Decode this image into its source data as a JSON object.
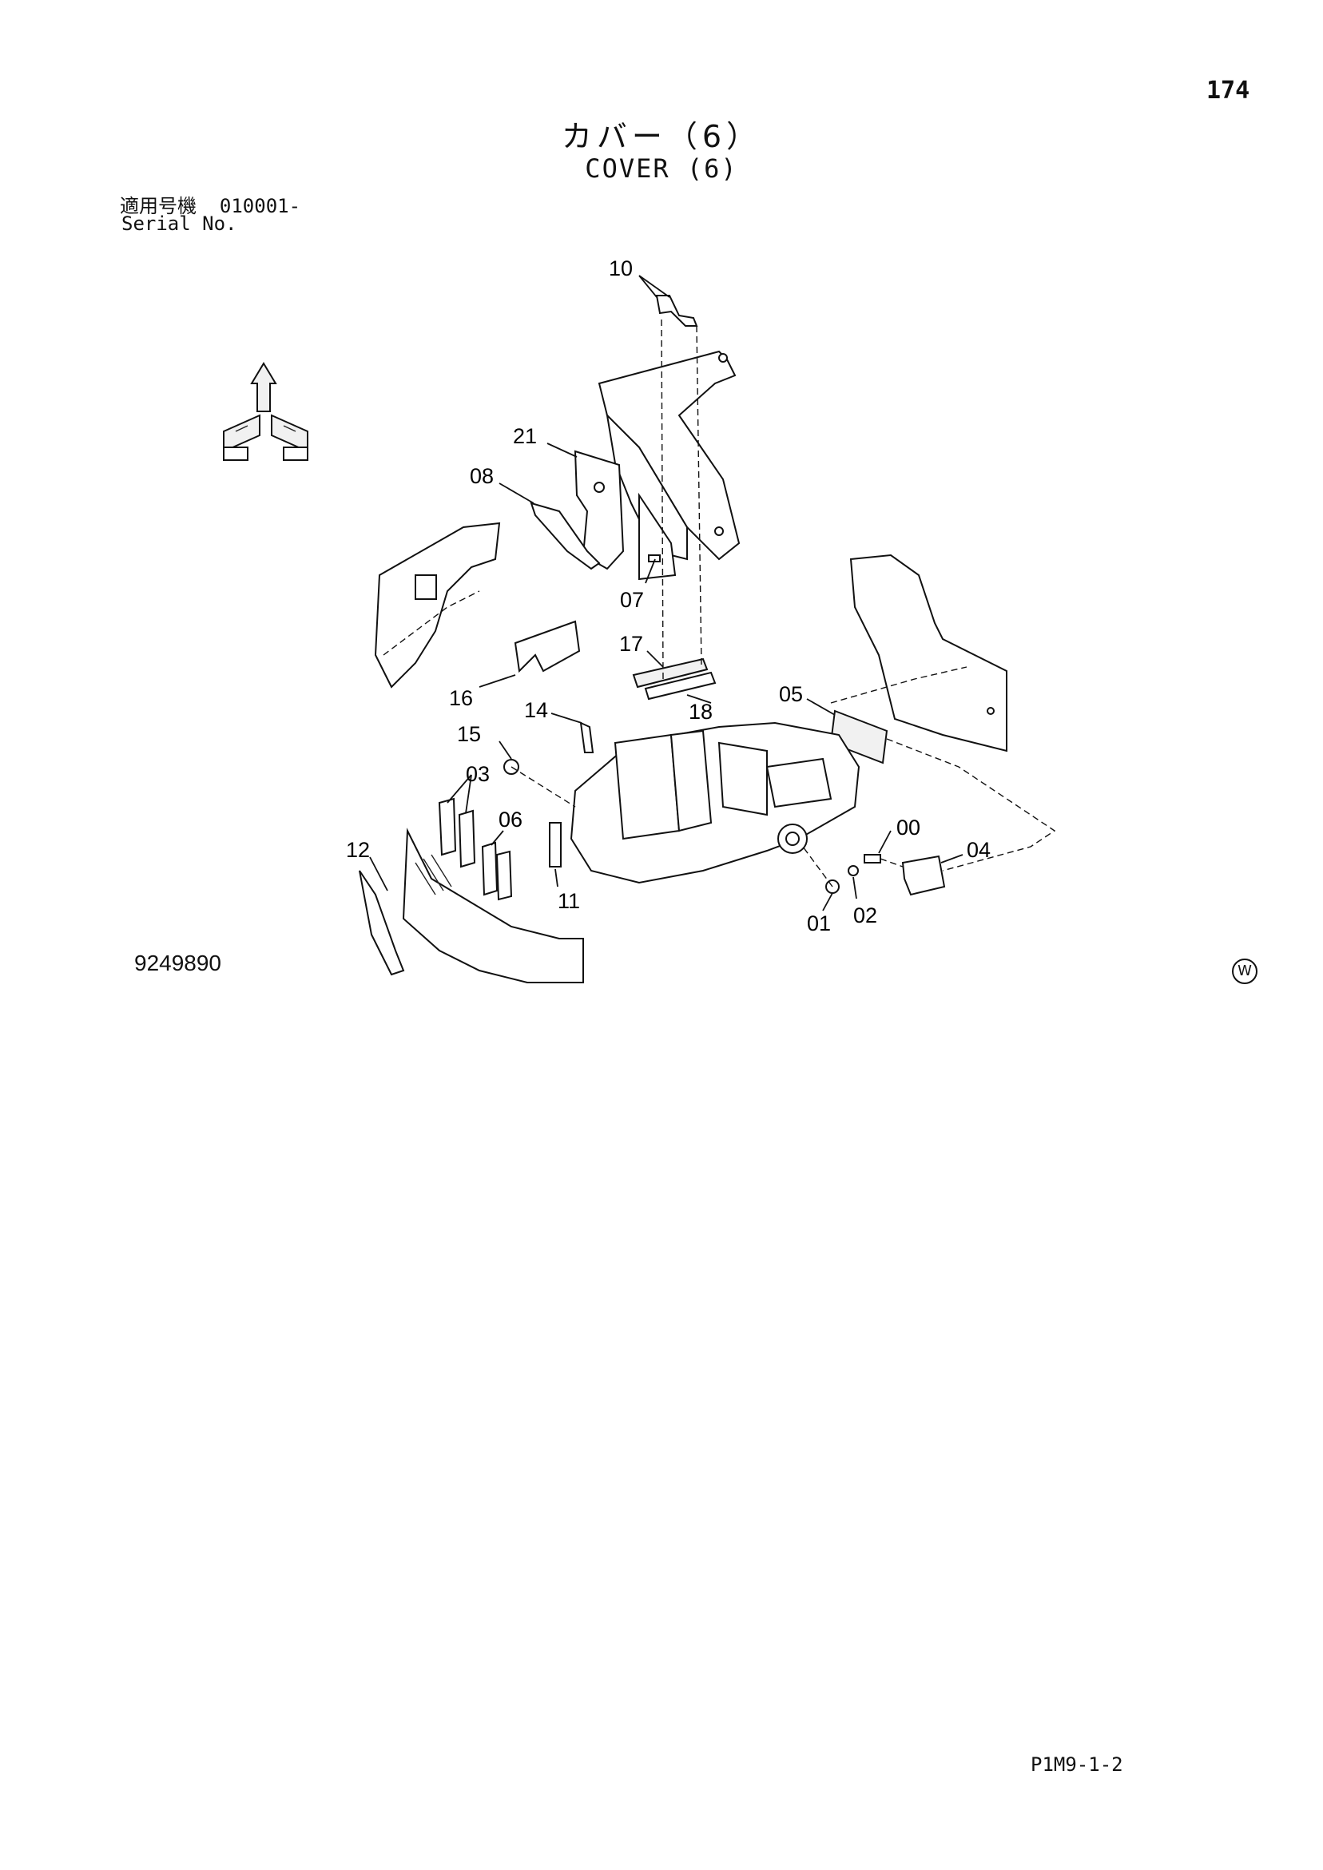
{
  "header": {
    "page_number": "174",
    "title_jp": "カバー（6）",
    "title_en": "COVER (6)"
  },
  "serial": {
    "label_jp": "適用号機",
    "value": "010001-",
    "label_en": "Serial No."
  },
  "callouts": [
    "10",
    "21",
    "08",
    "07",
    "17",
    "18",
    "16",
    "14",
    "15",
    "05",
    "03",
    "06",
    "00",
    "04",
    "12",
    "11",
    "01",
    "02"
  ],
  "drawing_id": "9249890",
  "mark": "W",
  "footer": {
    "code": "P1M9-1-2"
  }
}
